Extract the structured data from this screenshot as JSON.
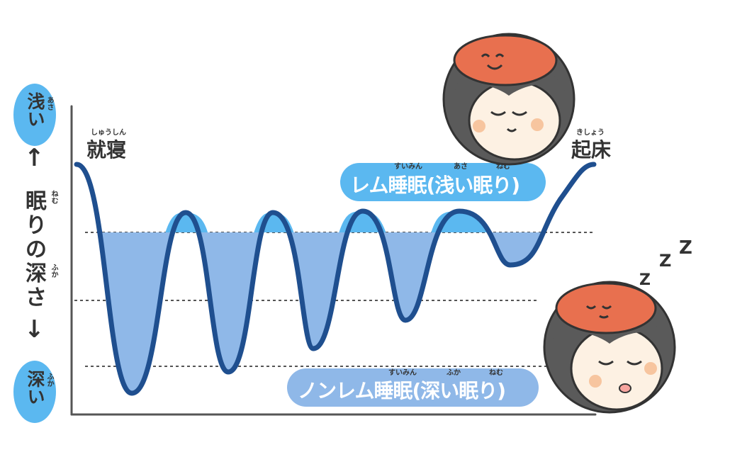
{
  "y_axis": {
    "top_badge": {
      "text": "浅い",
      "ruby": "あさ"
    },
    "bottom_badge": {
      "text": "深い",
      "ruby": "ふか"
    },
    "label_chars": [
      "眠",
      "り",
      "の",
      "深",
      "さ"
    ],
    "label_ruby_1": "ねむ",
    "label_ruby_2": "ふか"
  },
  "labels": {
    "sleep_onset": {
      "text": "就寝",
      "ruby": "しゅうしん"
    },
    "wake_up": {
      "text": "起床",
      "ruby": "きしょう"
    },
    "rem": {
      "text_a": "レム",
      "text_b": "睡眠(",
      "text_c": "浅い",
      "text_d": "眠り)",
      "ruby_a": "すいみん",
      "ruby_b": "あさ",
      "ruby_c": "ねむ"
    },
    "nonrem": {
      "text_a": "ノンレム",
      "text_b": "睡眠(",
      "text_c": "深い",
      "text_d": "眠り)",
      "ruby_a": "すいみん",
      "ruby_b": "ふか",
      "ruby_c": "ねむ"
    },
    "zzz": "Z Z Z"
  },
  "colors": {
    "curve": "#1f4f8f",
    "rem_fill": "#5bb8f0",
    "nonrem_fill": "#8fb8e8",
    "badge": "#5bb8f0",
    "hair": "#5a5a5a",
    "brain": "#e8704f"
  },
  "chart_data": {
    "type": "line",
    "title": "",
    "xlabel": "",
    "ylabel": "眠りの深さ",
    "levels": [
      "浅い",
      "深い"
    ]
  }
}
